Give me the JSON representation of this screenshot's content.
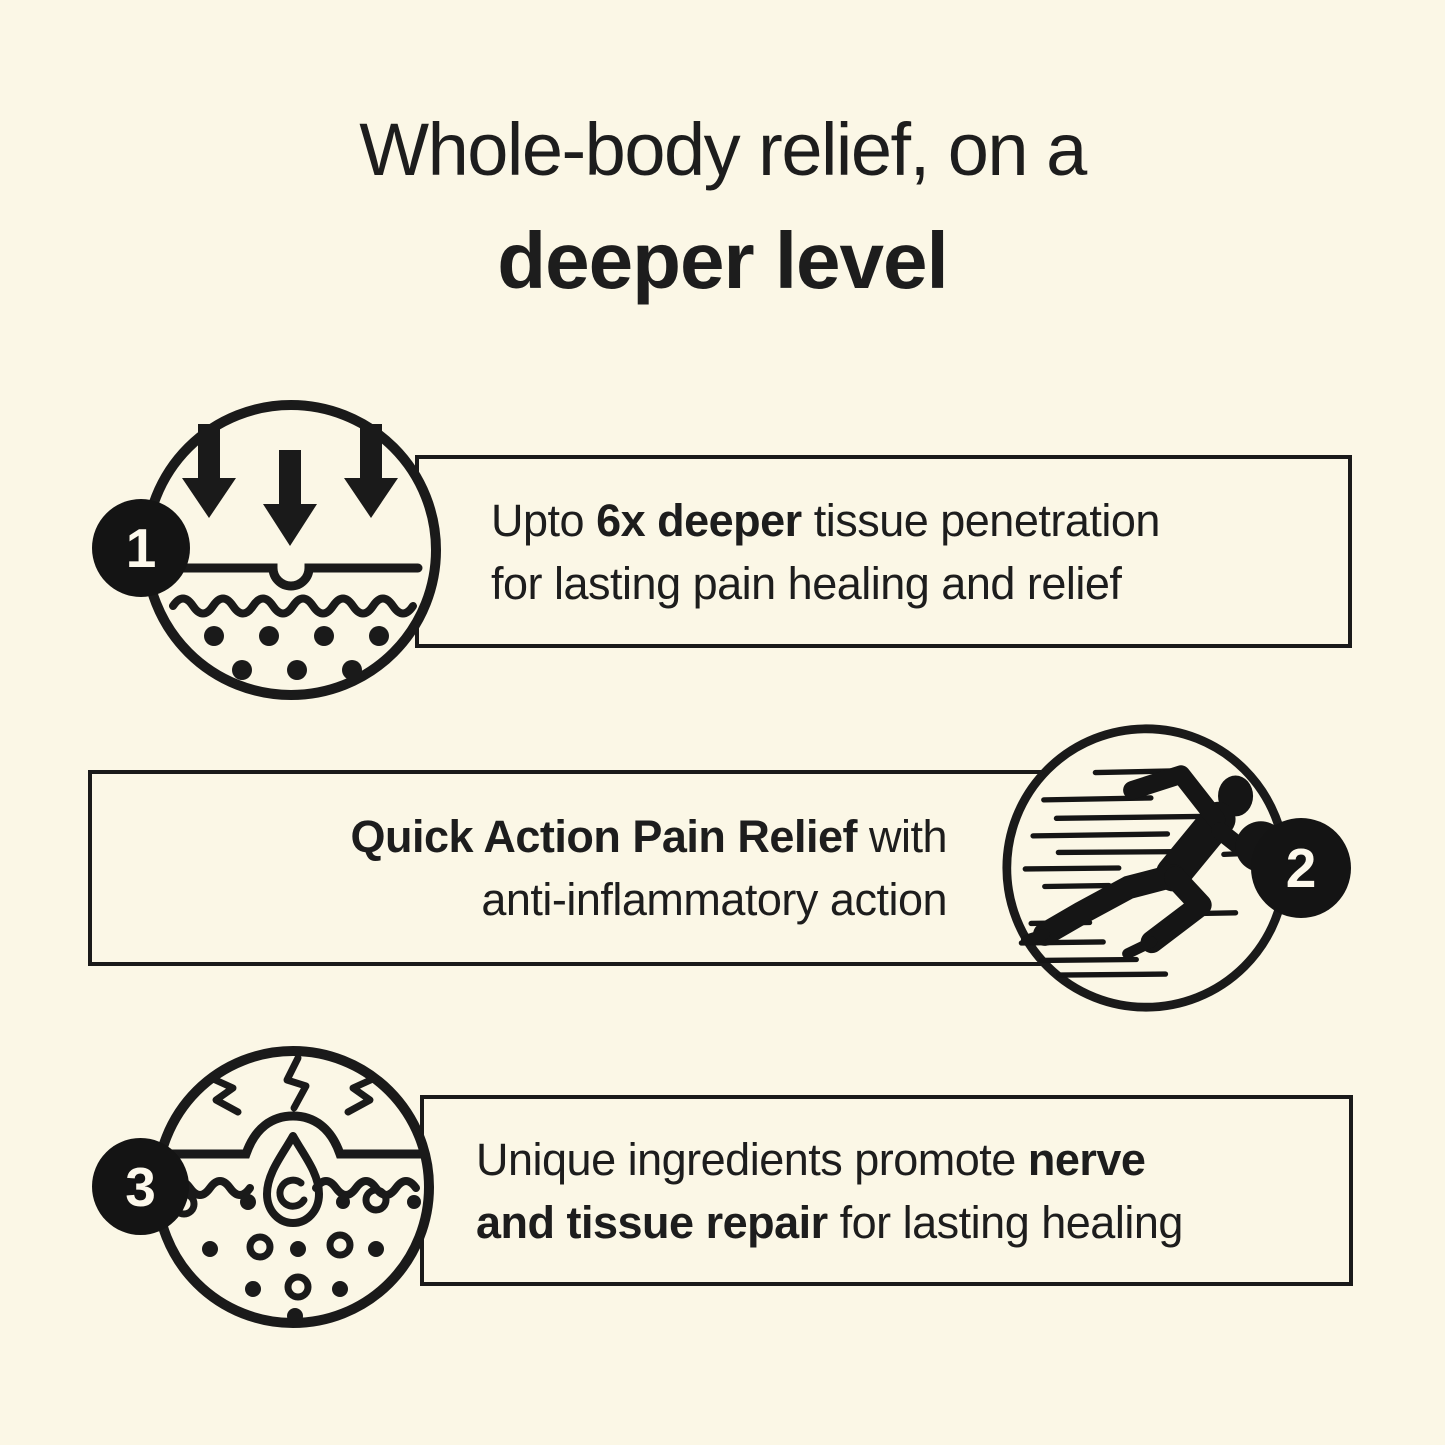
{
  "colors": {
    "background": "#fbf7e6",
    "ink": "#1d1d1d",
    "line": "#1a1a1a",
    "badge_bg": "#141414",
    "badge_text": "#fdf9ec"
  },
  "title": {
    "line1": "Whole-body relief, on a",
    "line2": "deeper level"
  },
  "items": [
    {
      "number": "1",
      "icon": "skin-penetration-arrows-icon",
      "lines": [
        [
          {
            "t": "Upto ",
            "b": false
          },
          {
            "t": "6x deeper",
            "b": true
          },
          {
            "t": " tissue penetration",
            "b": false
          }
        ],
        [
          {
            "t": "for lasting pain healing and relief",
            "b": false
          }
        ]
      ]
    },
    {
      "number": "2",
      "icon": "sprinting-runner-icon",
      "lines": [
        [
          {
            "t": "Quick Action Pain Relief",
            "b": true
          },
          {
            "t": " with",
            "b": false
          }
        ],
        [
          {
            "t": "anti-inflammatory action",
            "b": false
          }
        ]
      ]
    },
    {
      "number": "3",
      "icon": "nerve-tissue-repair-icon",
      "lines": [
        [
          {
            "t": "Unique ingredients promote ",
            "b": false
          },
          {
            "t": "nerve",
            "b": true
          }
        ],
        [
          {
            "t": "and tissue repair",
            "b": true
          },
          {
            "t": " for lasting healing",
            "b": false
          }
        ]
      ]
    }
  ]
}
